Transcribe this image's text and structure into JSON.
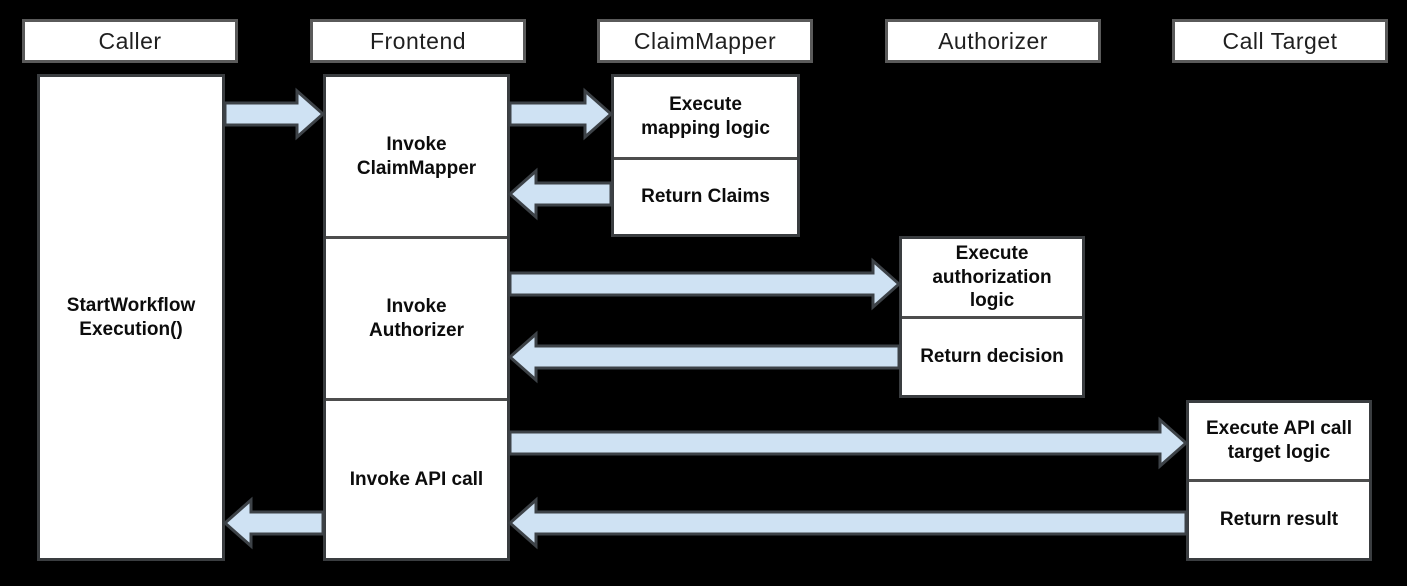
{
  "headers": {
    "caller": "Caller",
    "frontend": "Frontend",
    "claim_mapper": "ClaimMapper",
    "authorizer": "Authorizer",
    "call_target": "Call Target"
  },
  "steps": {
    "caller_activation": "StartWorkflow\nExecution()",
    "invoke_claim_mapper": "Invoke\nClaimMapper",
    "invoke_authorizer": "Invoke\nAuthorizer",
    "invoke_api_call": "Invoke API call",
    "execute_mapping_logic": "Execute\nmapping logic",
    "return_claims": "Return Claims",
    "execute_authorization_logic": "Execute\nauthorization\nlogic",
    "return_decision": "Return decision",
    "execute_api_call_target_logic": "Execute API call\ntarget logic",
    "return_result": "Return result"
  },
  "arrows": [
    {
      "from": "Caller",
      "to": "Frontend",
      "direction": "right"
    },
    {
      "from": "Frontend",
      "to": "ClaimMapper",
      "direction": "right"
    },
    {
      "from": "ClaimMapper",
      "to": "Frontend",
      "direction": "left"
    },
    {
      "from": "Frontend",
      "to": "Authorizer",
      "direction": "right"
    },
    {
      "from": "Authorizer",
      "to": "Frontend",
      "direction": "left"
    },
    {
      "from": "Frontend",
      "to": "Call Target",
      "direction": "right"
    },
    {
      "from": "Call Target",
      "to": "Frontend",
      "direction": "left"
    },
    {
      "from": "Frontend",
      "to": "Caller",
      "direction": "left"
    }
  ],
  "colors": {
    "background": "#000000",
    "box_fill": "#ffffff",
    "header_border": "#5a5a5a",
    "body_border": "#3a3d40",
    "inner_divider": "#4d4d4d",
    "arrow_fill": "#cfe2f3",
    "arrow_stroke": "#3d4247",
    "text": "#0c0c0c"
  }
}
